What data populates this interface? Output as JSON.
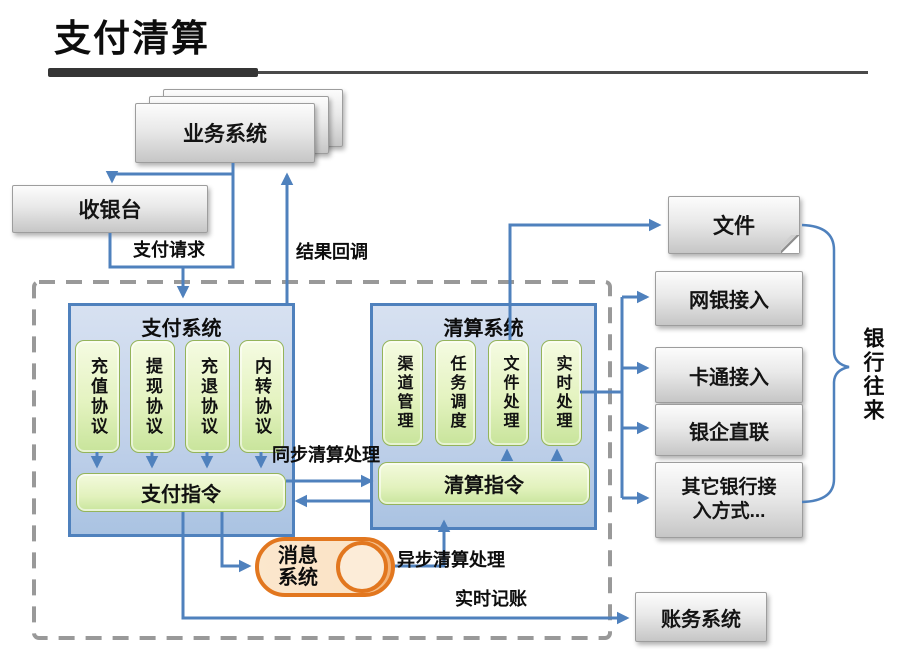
{
  "title": "支付清算",
  "nodes": {
    "business_system": "业务系统",
    "cashier": "收银台",
    "pay_system": {
      "title": "支付系统",
      "protocols": [
        "充值协议",
        "提现协议",
        "充退协议",
        "内转协议"
      ],
      "instruction": "支付指令"
    },
    "clear_system": {
      "title": "清算系统",
      "modules": [
        "渠道管理",
        "任务调度",
        "文件处理",
        "实时处理"
      ],
      "instruction": "清算指令"
    },
    "message_system": "消息系统",
    "file": "文件",
    "bank_channels": [
      "网银接入",
      "卡通接入",
      "银企直联",
      "其它银行接入方式..."
    ],
    "ledger_system": "账务系统",
    "bank_relation": "银行往来"
  },
  "labels": {
    "pay_request": "支付请求",
    "result_callback": "结果回调",
    "sync_clearing": "同步清算处理",
    "async_clearing": "异步清算处理",
    "realtime_accounting": "实时记账"
  },
  "colors": {
    "line_blue": "#4f81bd",
    "box_blue_border": "#4f81bd",
    "green_border": "#94b45a",
    "orange_border": "#e2771f",
    "dash_border": "#999999"
  }
}
